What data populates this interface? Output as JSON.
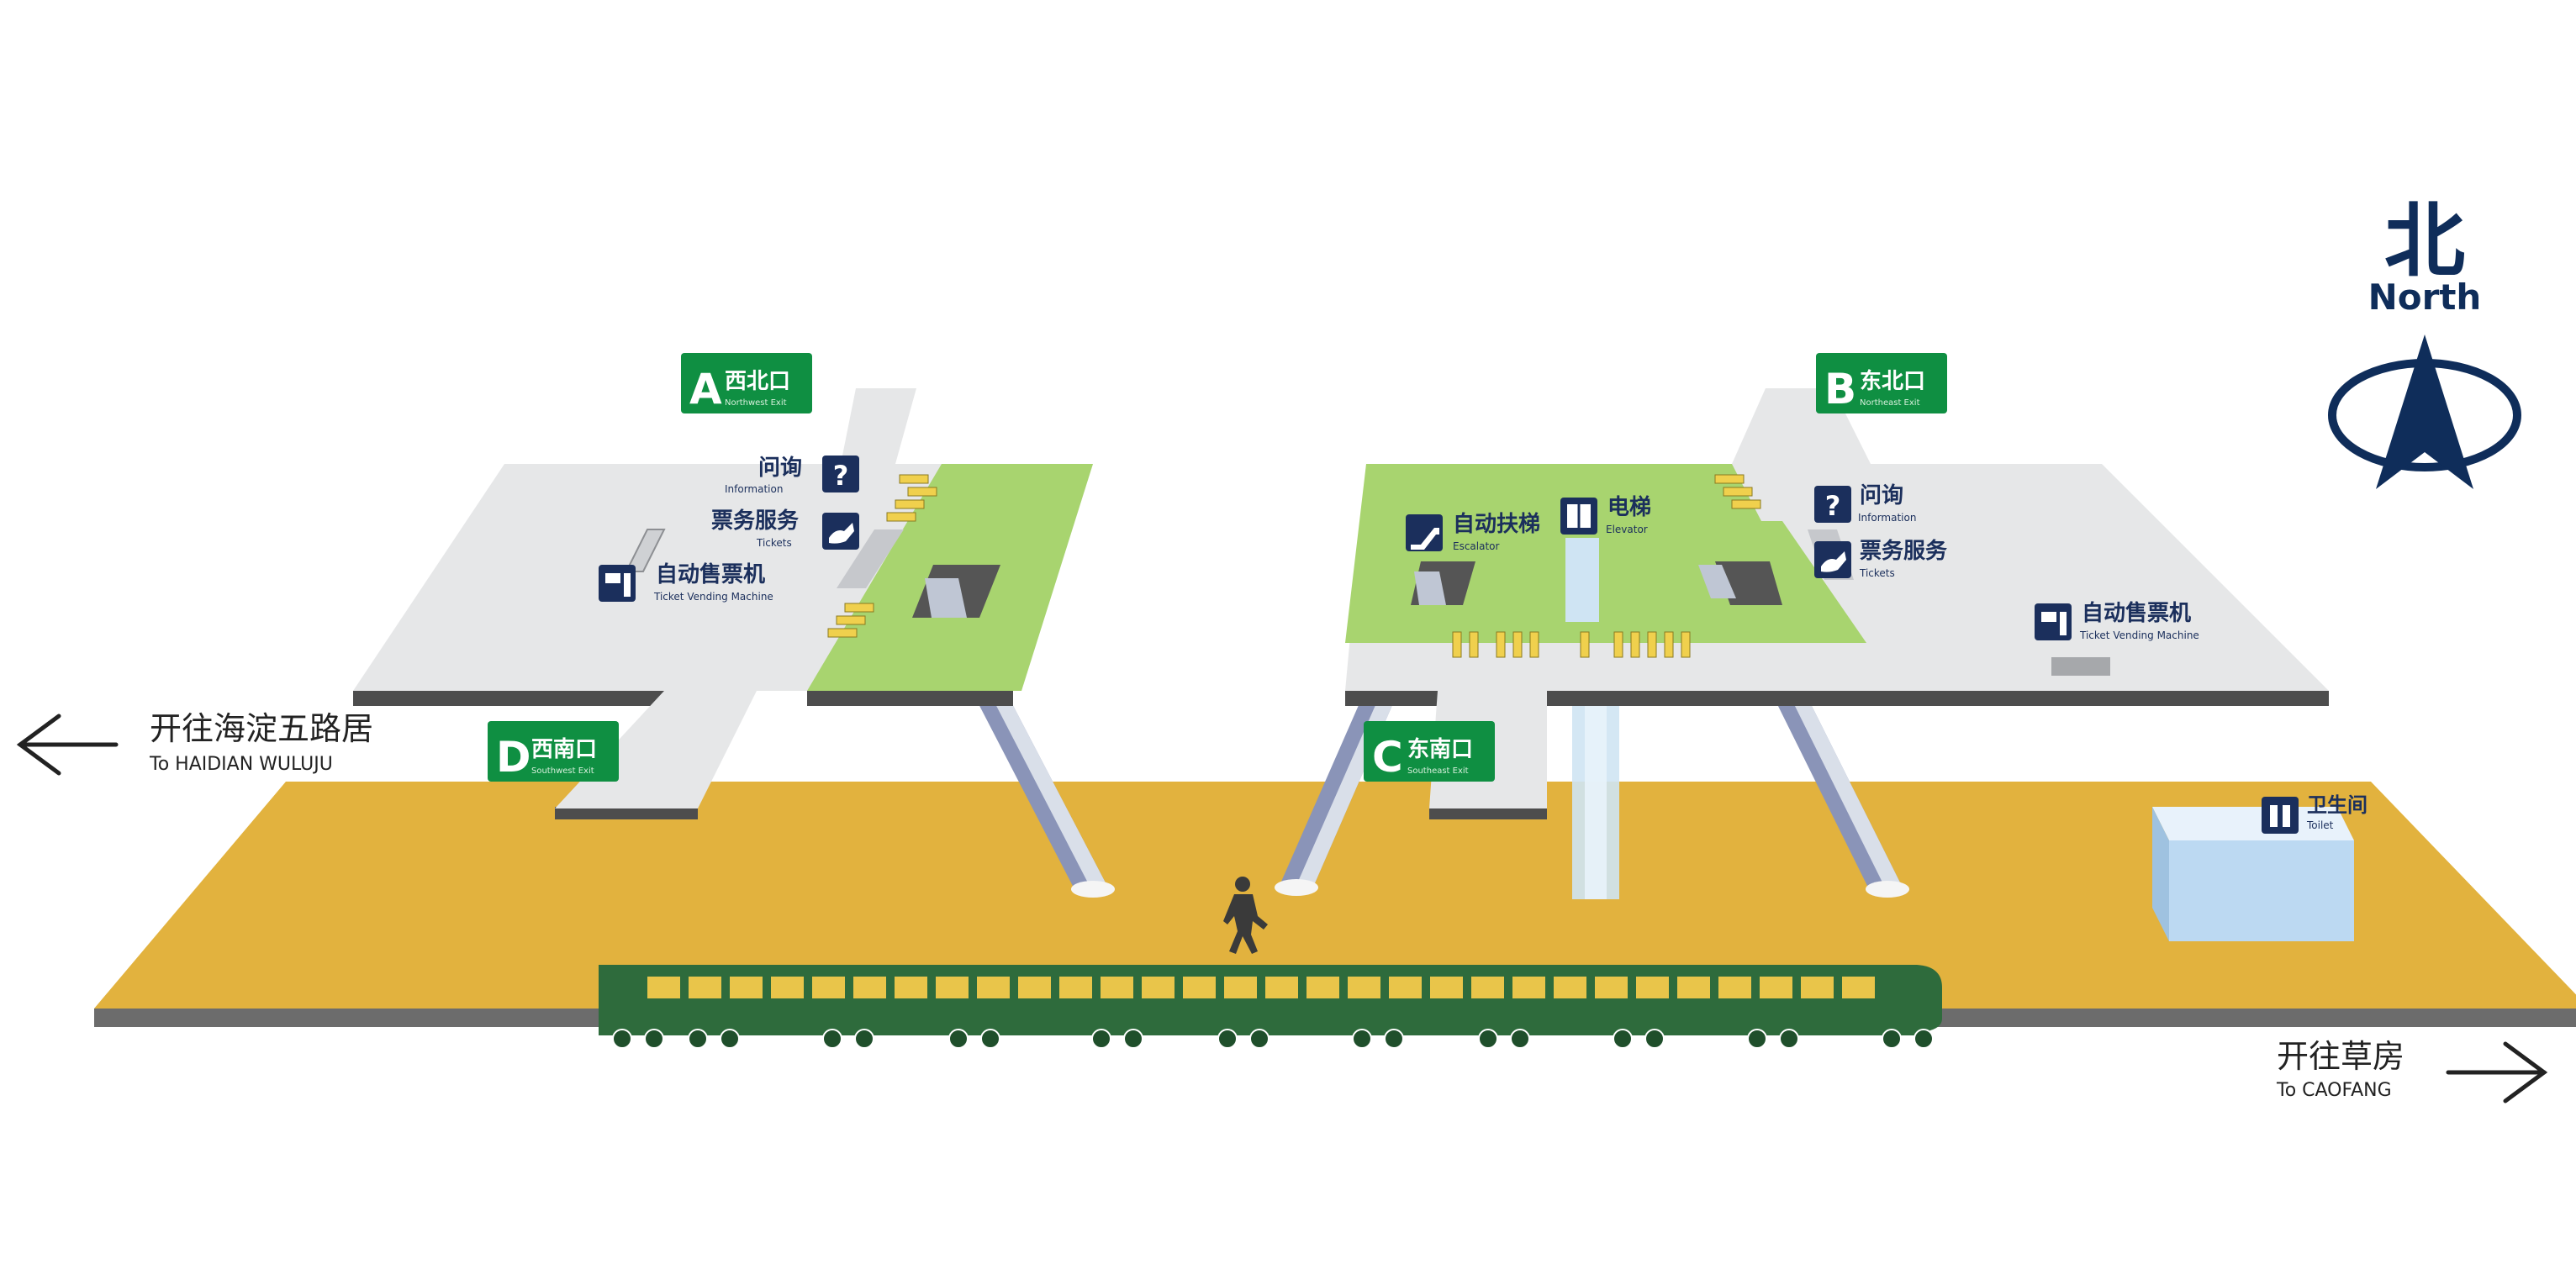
{
  "compass": {
    "cn": "北",
    "en": "North"
  },
  "directions": {
    "left": {
      "cn": "开往海淀五路居",
      "en": "To HAIDIAN WULUJU"
    },
    "right": {
      "cn": "开往草房",
      "en": "To CAOFANG"
    }
  },
  "exits": {
    "A": {
      "letter": "A",
      "cn": "西北口",
      "en": "Northwest Exit"
    },
    "B": {
      "letter": "B",
      "cn": "东北口",
      "en": "Northeast Exit"
    },
    "C": {
      "letter": "C",
      "cn": "东南口",
      "en": "Southeast Exit"
    },
    "D": {
      "letter": "D",
      "cn": "西南口",
      "en": "Southwest Exit"
    }
  },
  "facilities": {
    "left_info": {
      "cn": "问询",
      "en": "Information",
      "icon": "question-icon"
    },
    "left_tickets": {
      "cn": "票务服务",
      "en": "Tickets",
      "icon": "ticket-hand-icon"
    },
    "left_tvm": {
      "cn": "自动售票机",
      "en": "Ticket Vending Machine",
      "icon": "ticket-machine-icon"
    },
    "escalator": {
      "cn": "自动扶梯",
      "en": "Escalator",
      "icon": "escalator-icon"
    },
    "elevator": {
      "cn": "电梯",
      "en": "Elevator",
      "icon": "elevator-icon"
    },
    "right_info": {
      "cn": "问询",
      "en": "Information",
      "icon": "question-icon"
    },
    "right_tickets": {
      "cn": "票务服务",
      "en": "Tickets",
      "icon": "ticket-hand-icon"
    },
    "right_tvm": {
      "cn": "自动售票机",
      "en": "Ticket Vending Machine",
      "icon": "ticket-machine-icon"
    },
    "toilet": {
      "cn": "卫生间",
      "en": "Toilet",
      "icon": "toilet-icon"
    }
  },
  "colors": {
    "concourse": "#e6e7e8",
    "paid_area": "#a8d46f",
    "platform": "#e2b23e",
    "train": "#2e6b3c",
    "train_window": "#e9c54a",
    "exit_sign": "#0f8f42",
    "icon_bg": "#1b2f5c",
    "compass": "#0f2d5a"
  }
}
